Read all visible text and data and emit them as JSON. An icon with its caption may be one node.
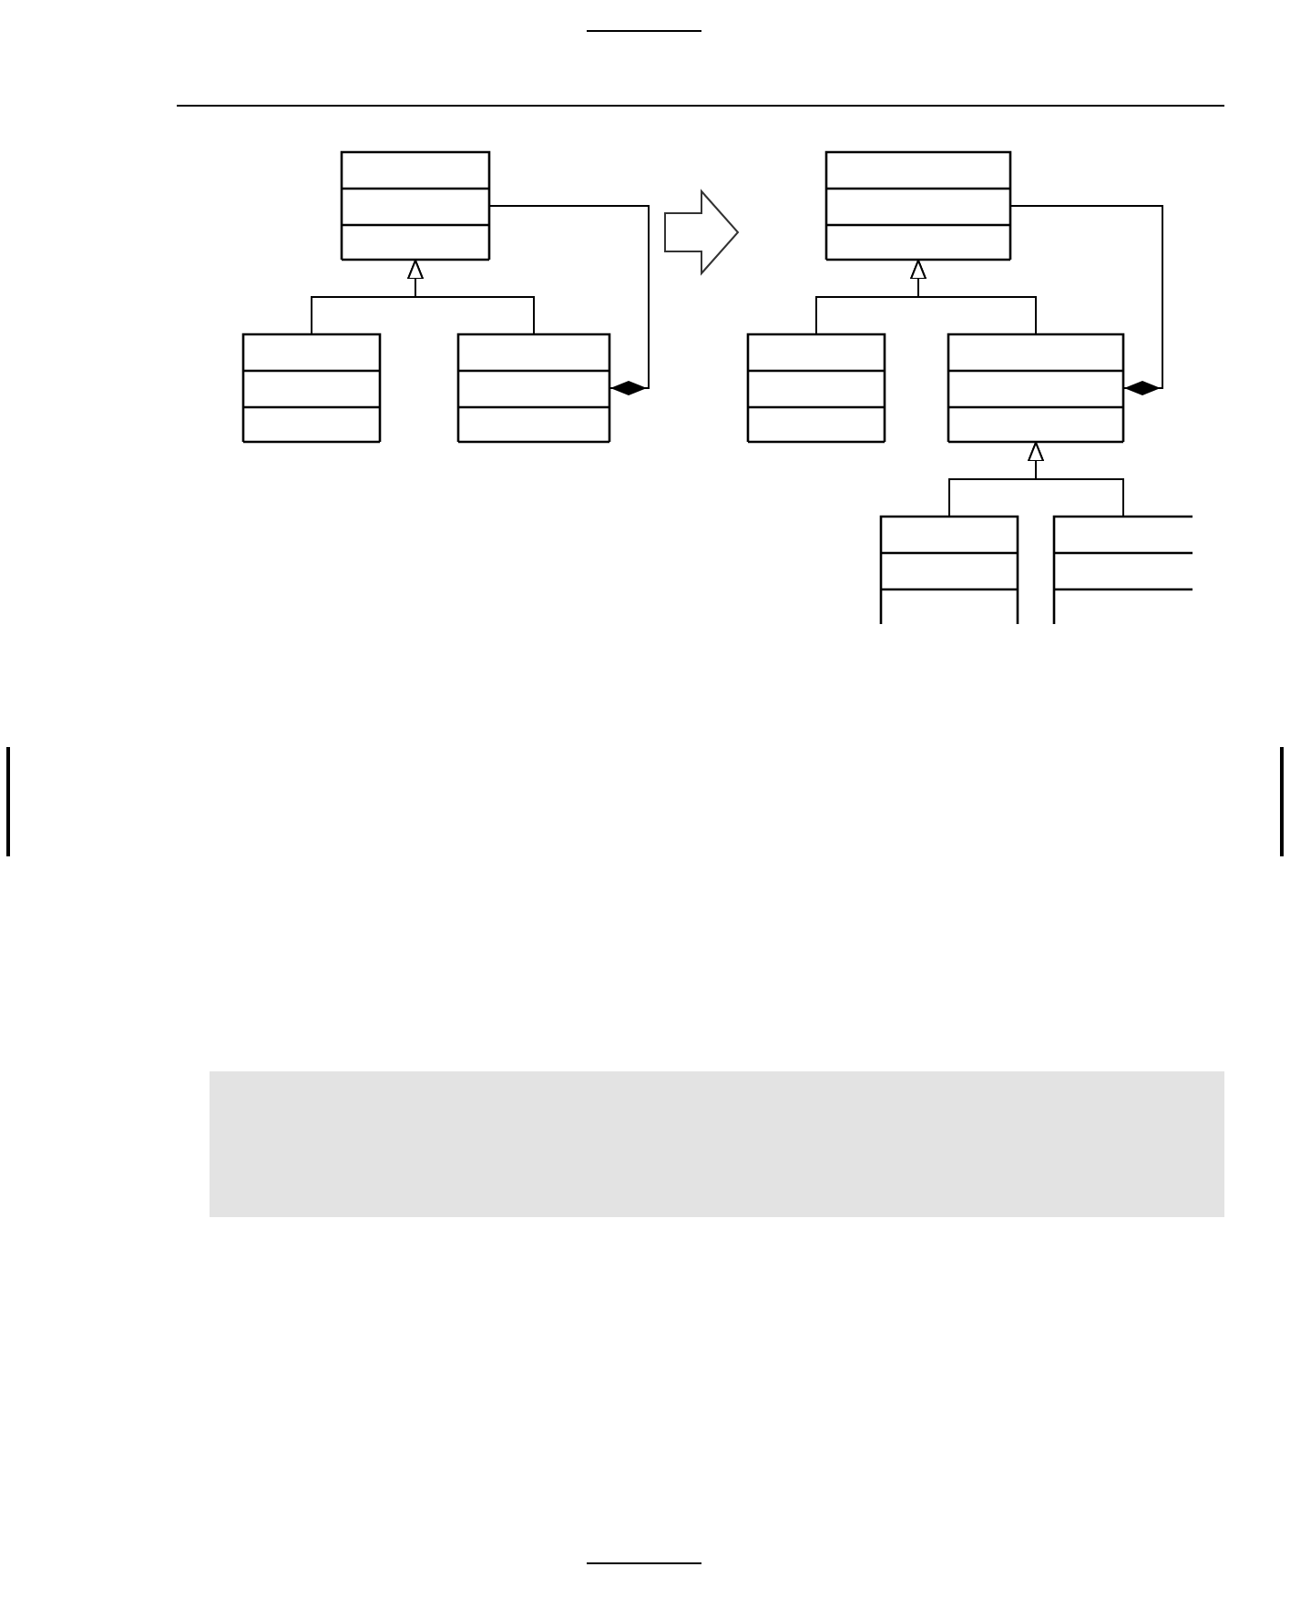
{
  "diagram": {
    "nodes": [
      {
        "text": [],
        "shape": "box"
      },
      {
        "text": [],
        "shape": "box"
      },
      {
        "text": [],
        "shape": "box"
      },
      {
        "text": [],
        "shape": "box"
      },
      {
        "text": [],
        "shape": "box"
      },
      {
        "text": [],
        "shape": "box"
      },
      {
        "text": [],
        "shape": "box"
      },
      {
        "text": [],
        "shape": "box"
      }
    ],
    "edges": [
      {
        "from": 2,
        "to": 0,
        "arrow": "to"
      },
      {
        "from": 3,
        "to": 0,
        "arrow": "to"
      },
      {
        "from": 0,
        "to": 3,
        "arrow": "other"
      },
      {
        "from": 4,
        "to": 1,
        "arrow": "to"
      },
      {
        "from": 5,
        "to": 1,
        "arrow": "to"
      },
      {
        "from": 1,
        "to": 5,
        "arrow": "other"
      },
      {
        "from": 6,
        "to": 5,
        "arrow": "to"
      },
      {
        "from": 7,
        "to": 5,
        "arrow": "to"
      }
    ]
  }
}
